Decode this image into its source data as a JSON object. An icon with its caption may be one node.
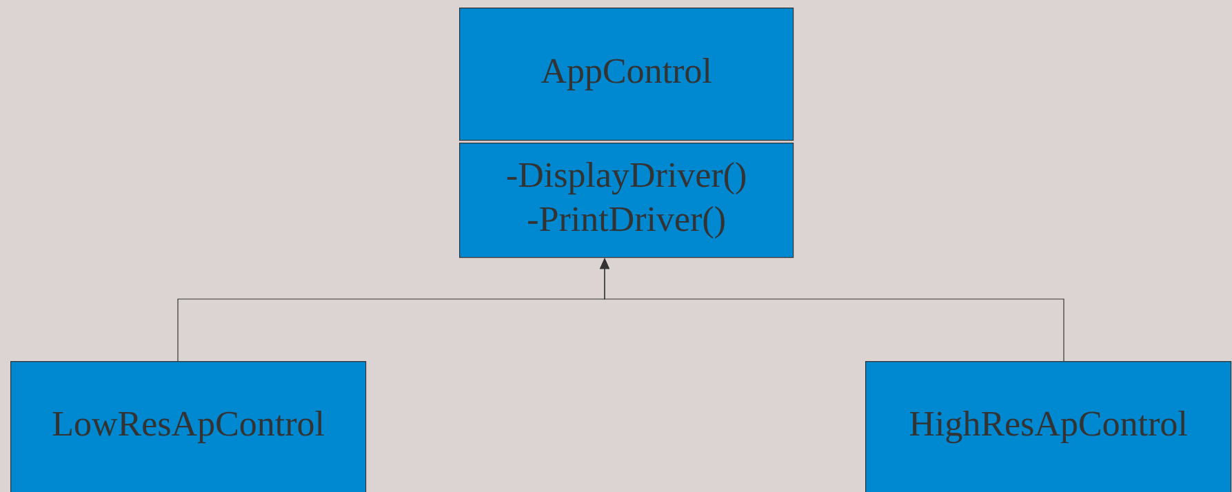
{
  "diagram": {
    "nodes": [
      {
        "text": [
          "AppControl"
        ]
      },
      {
        "text": [
          "-DisplayDriver()",
          "-PrintDriver()"
        ]
      },
      {
        "text": [
          "LowResApControl"
        ]
      },
      {
        "text": [
          "HighResApControl"
        ]
      }
    ],
    "edges": [
      {
        "from": 2,
        "to": 1,
        "arrow": "to"
      },
      {
        "from": 3,
        "to": 1,
        "arrow": "to"
      }
    ]
  }
}
